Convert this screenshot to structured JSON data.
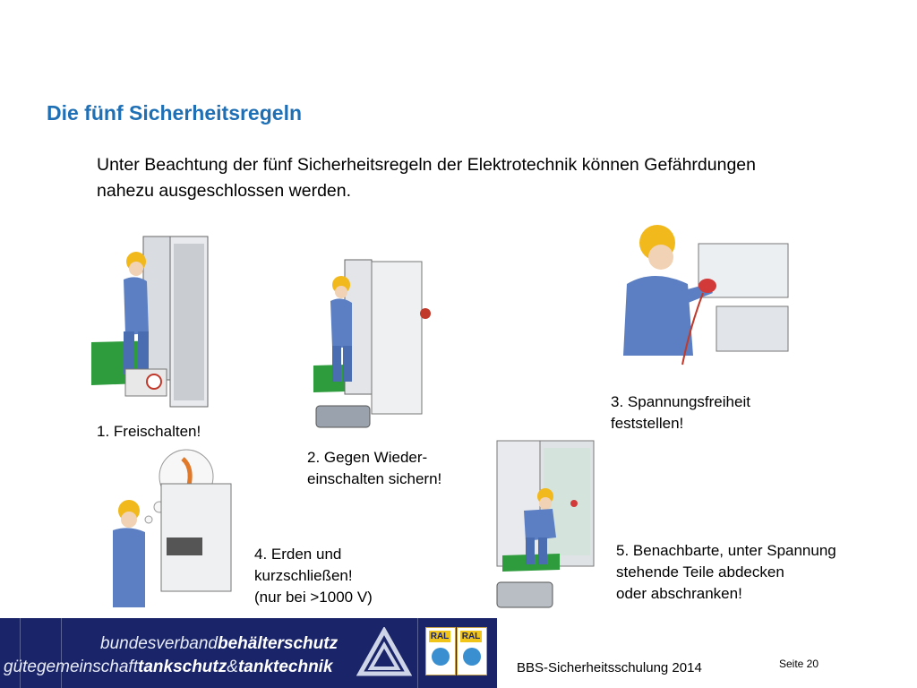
{
  "title": "Die fünf Sicherheitsregeln",
  "intro": "Unter Beachtung der fünf Sicherheitsregeln der Elektrotechnik können Gefährdungen nahezu ausgeschlossen werden.",
  "rules": [
    {
      "lines": [
        "1. Freischalten!"
      ]
    },
    {
      "lines": [
        "2. Gegen Wieder-",
        "einschalten sichern!"
      ]
    },
    {
      "lines": [
        "3. Spannungsfreiheit",
        "feststellen!"
      ]
    },
    {
      "lines": [
        "4. Erden und",
        "kurzschließen!",
        "(nur bei >1000 V)"
      ]
    },
    {
      "lines": [
        "5. Benachbarte, unter Spannung",
        "stehende Teile abdecken",
        "oder abschranken!"
      ]
    }
  ],
  "footer": {
    "logo_line1_prefix": "bundesverband",
    "logo_line1_bold": "behälterschutz",
    "logo_line2_prefix": "gütegemeinschaft",
    "logo_line2_bold1": "tankschutz",
    "logo_line2_amp": "&",
    "logo_line2_bold2": "tanktechnik",
    "ral_label": "RAL",
    "event": "BBS-Sicherheitsschulung 2014",
    "page": "Seite 20"
  },
  "colors": {
    "title": "#1f6fb5",
    "footer_bg": "#1a2468",
    "worker_blue": "#5b7fc2",
    "helmet_yellow": "#f2b91c",
    "mat_green": "#2e9b3c"
  }
}
